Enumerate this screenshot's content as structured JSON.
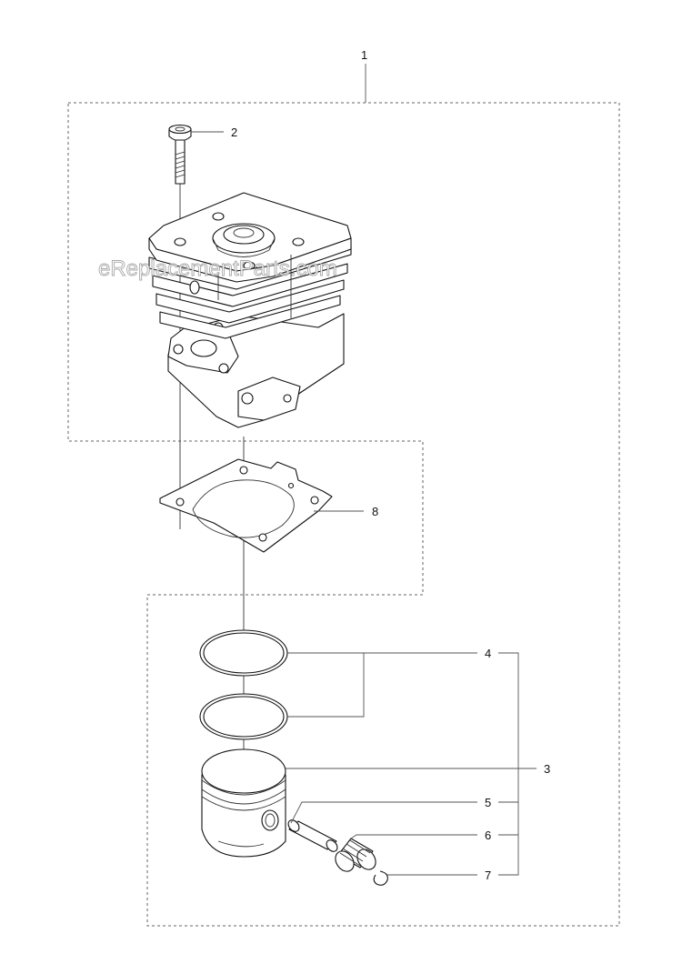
{
  "watermark": "eReplacementParts.com",
  "callouts": {
    "c1": "1",
    "c2": "2",
    "c3": "3",
    "c4": "4",
    "c5": "5",
    "c6": "6",
    "c7": "7",
    "c8": "8"
  }
}
